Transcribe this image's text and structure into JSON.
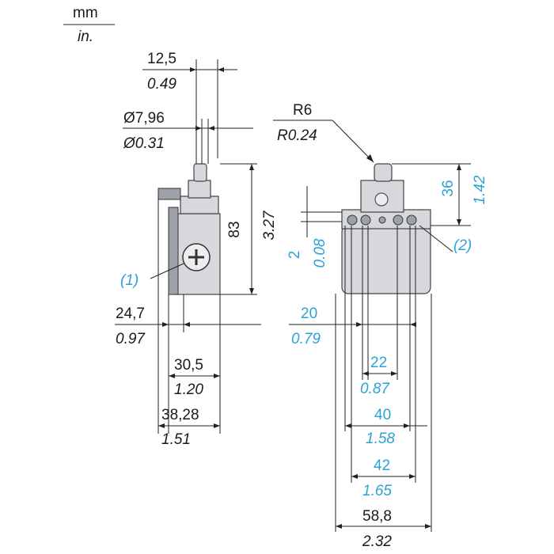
{
  "units": {
    "primary": "mm",
    "secondary": "in."
  },
  "side_view": {
    "dim_lever_width": {
      "mm": "12,5",
      "in": "0.49"
    },
    "dim_plunger_dia": {
      "mm": "Ø7,96",
      "in": "Ø0.31"
    },
    "dim_height": {
      "mm": "83",
      "in": "3.27"
    },
    "dim_offset": {
      "mm": "24,7",
      "in": "0.97"
    },
    "dim_depth": {
      "mm": "30,5",
      "in": "1.20"
    },
    "dim_total_depth": {
      "mm": "38,28",
      "in": "1.51"
    },
    "callout": "(1)"
  },
  "front_view": {
    "dim_radius": {
      "mm": "R6",
      "in": "R0.24"
    },
    "dim_plunger_height": {
      "mm": "36",
      "in": "1.42"
    },
    "dim_gap": {
      "mm": "2",
      "in": "0.08"
    },
    "dim_inner": {
      "mm": "20",
      "in": "0.79"
    },
    "dim_hole_spacing": {
      "mm": "22",
      "in": "0.87"
    },
    "dim_mount_40": {
      "mm": "40",
      "in": "1.58"
    },
    "dim_mount_42": {
      "mm": "42",
      "in": "1.65"
    },
    "dim_width": {
      "mm": "58,8",
      "in": "2.32"
    },
    "callout": "(2)"
  },
  "colors": {
    "ink": "#1a1a1a",
    "accent_blue": "#2aa3d6",
    "body_gray": "#d6d8dc"
  }
}
